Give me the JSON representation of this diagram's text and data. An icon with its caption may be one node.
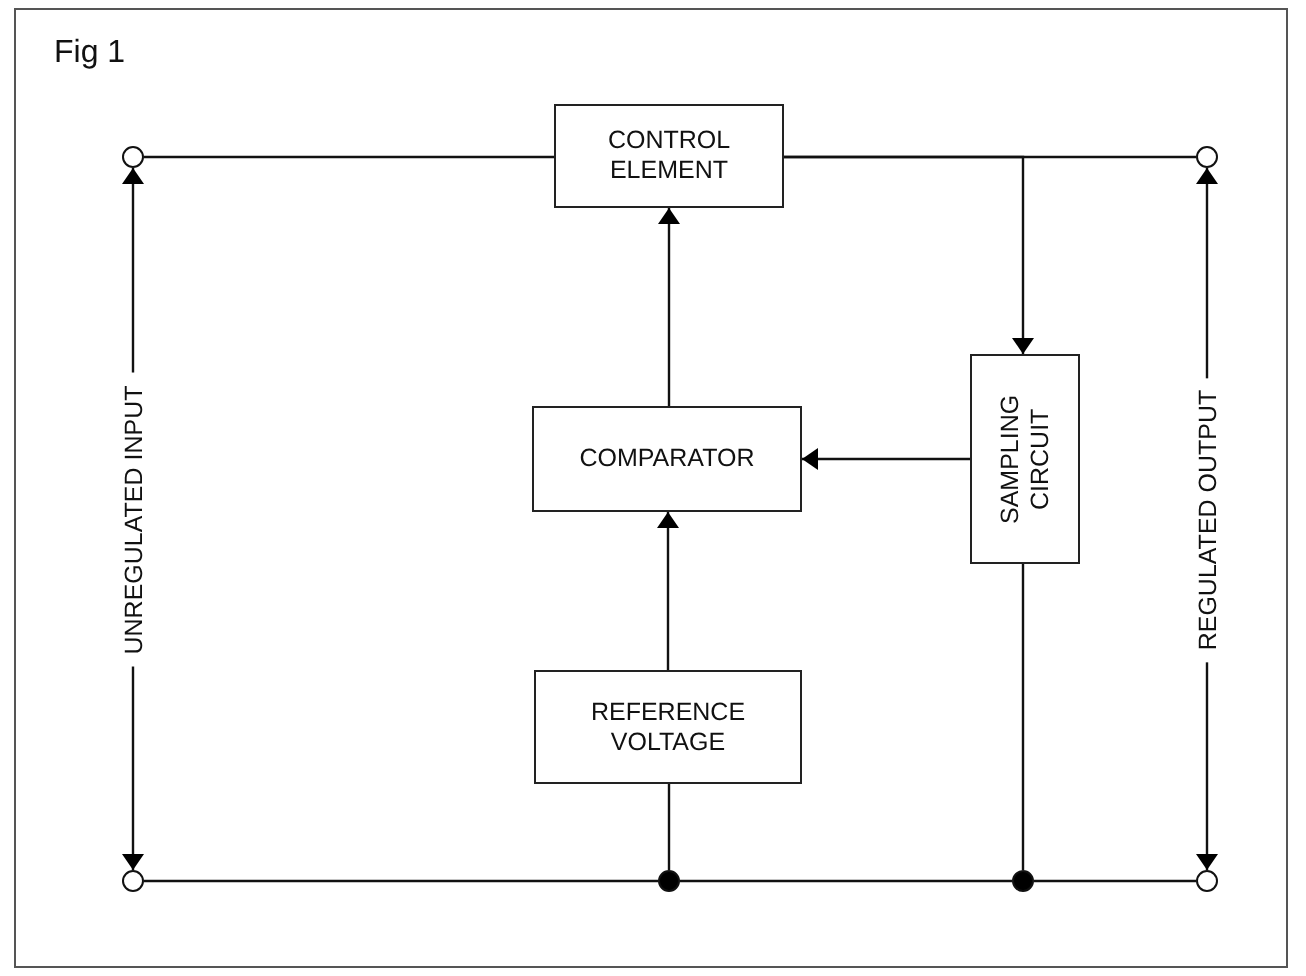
{
  "diagram": {
    "title": "Fig 1",
    "nodes": [
      {
        "text": [],
        "shape": "circle"
      },
      {
        "text": [
          "CONTROL ELEMENT"
        ]
      },
      {
        "text": [],
        "shape": "circle"
      },
      {
        "text": [
          "COMPARATOR"
        ]
      },
      {
        "text": [
          "SAMPLING CIRCUIT"
        ]
      },
      {
        "text": [
          "REFERENCE VOLTAGE"
        ]
      },
      {
        "text": [],
        "shape": "circle"
      },
      {
        "text": [],
        "shape": "dot"
      },
      {
        "text": [],
        "shape": "dot"
      },
      {
        "text": [],
        "shape": "circle"
      }
    ],
    "edges": [
      {
        "from": 0,
        "to": 1,
        "arrow": "none"
      },
      {
        "from": 1,
        "to": 2,
        "arrow": "none"
      },
      {
        "from": 1,
        "to": 4,
        "arrow": "to"
      },
      {
        "from": 4,
        "to": 3,
        "arrow": "to"
      },
      {
        "from": 3,
        "to": 1,
        "arrow": "to"
      },
      {
        "from": 5,
        "to": 3,
        "arrow": "to"
      },
      {
        "from": 5,
        "to": 7,
        "arrow": "none"
      },
      {
        "from": 4,
        "to": 8,
        "arrow": "none"
      },
      {
        "from": 6,
        "to": 7,
        "arrow": "none"
      },
      {
        "from": 7,
        "to": 8,
        "arrow": "none"
      },
      {
        "from": 8,
        "to": 9,
        "arrow": "none"
      },
      {
        "from": 0,
        "to": 6,
        "arrow": "both",
        "label": "UNREGULATED INPUT"
      },
      {
        "from": 2,
        "to": 9,
        "arrow": "both",
        "label": "REGULATED OUTPUT"
      }
    ]
  }
}
